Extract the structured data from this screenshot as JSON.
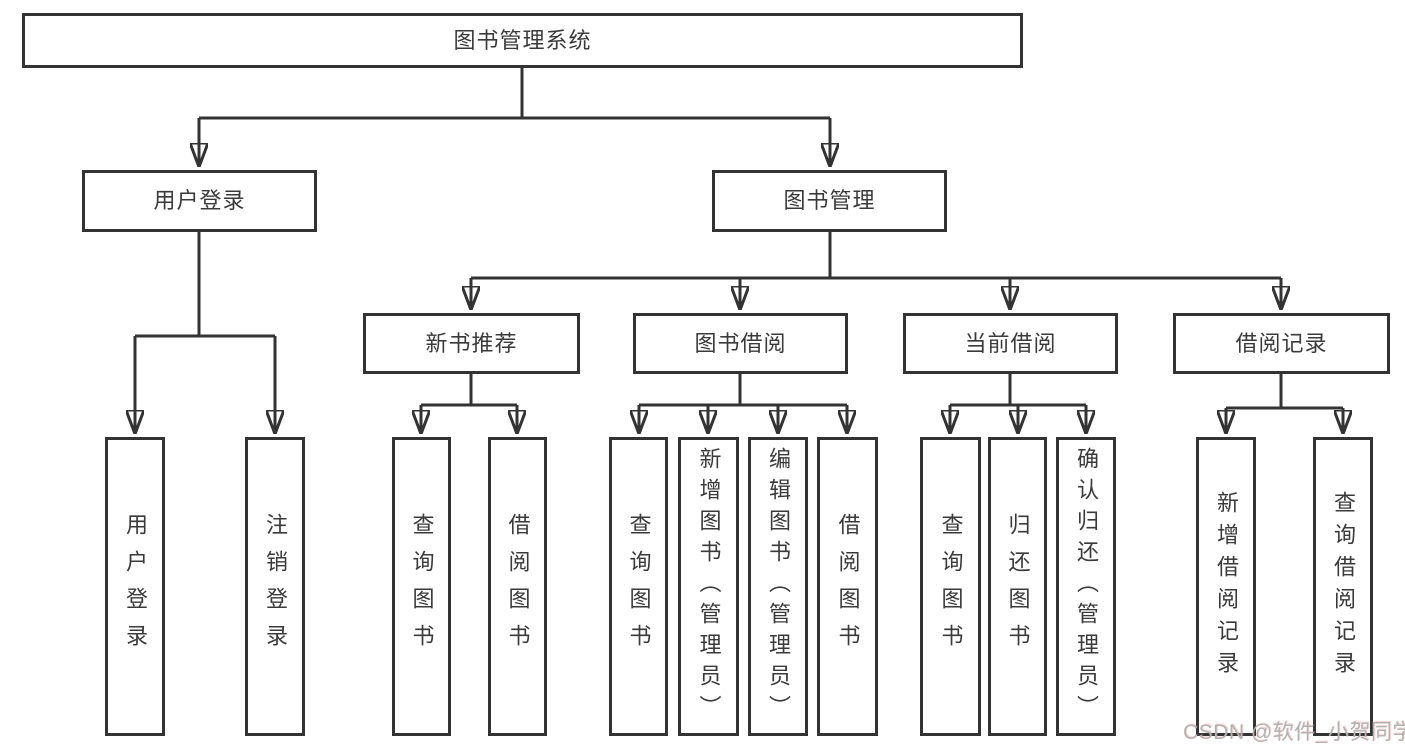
{
  "diagram": {
    "nodes": {
      "root": {
        "label": "图书管理系统"
      },
      "user_login": {
        "label": "用户登录"
      },
      "book_management": {
        "label": "图书管理"
      },
      "new_book_recommend": {
        "label": "新书推荐"
      },
      "book_borrowing": {
        "label": "图书借阅"
      },
      "current_borrowing": {
        "label": "当前借阅"
      },
      "borrowing_records": {
        "label": "借阅记录"
      },
      "leaves": {
        "user_login": "用户登录",
        "logout": "注销登录",
        "recommend_query_book": "查询图书",
        "recommend_borrow_book": "借阅图书",
        "borrowing_query_book": "查询图书",
        "borrowing_add_book": "新增图书（管理员）",
        "borrowing_edit_book": "编辑图书（管理员）",
        "borrowing_borrow_book": "借阅图书",
        "current_query_book": "查询图书",
        "current_return_book": "归还图书",
        "current_confirm_return": "确认归还（管理员）",
        "records_add_record": "新增借阅记录",
        "records_query_record": "查询借阅记录"
      }
    },
    "colors": {
      "line": "#333333",
      "text": "#3a3a3a",
      "background": "#ffffff",
      "watermark": "#b5b2b2"
    }
  },
  "watermark": {
    "text": "CSDN @软件_小贺同学"
  }
}
